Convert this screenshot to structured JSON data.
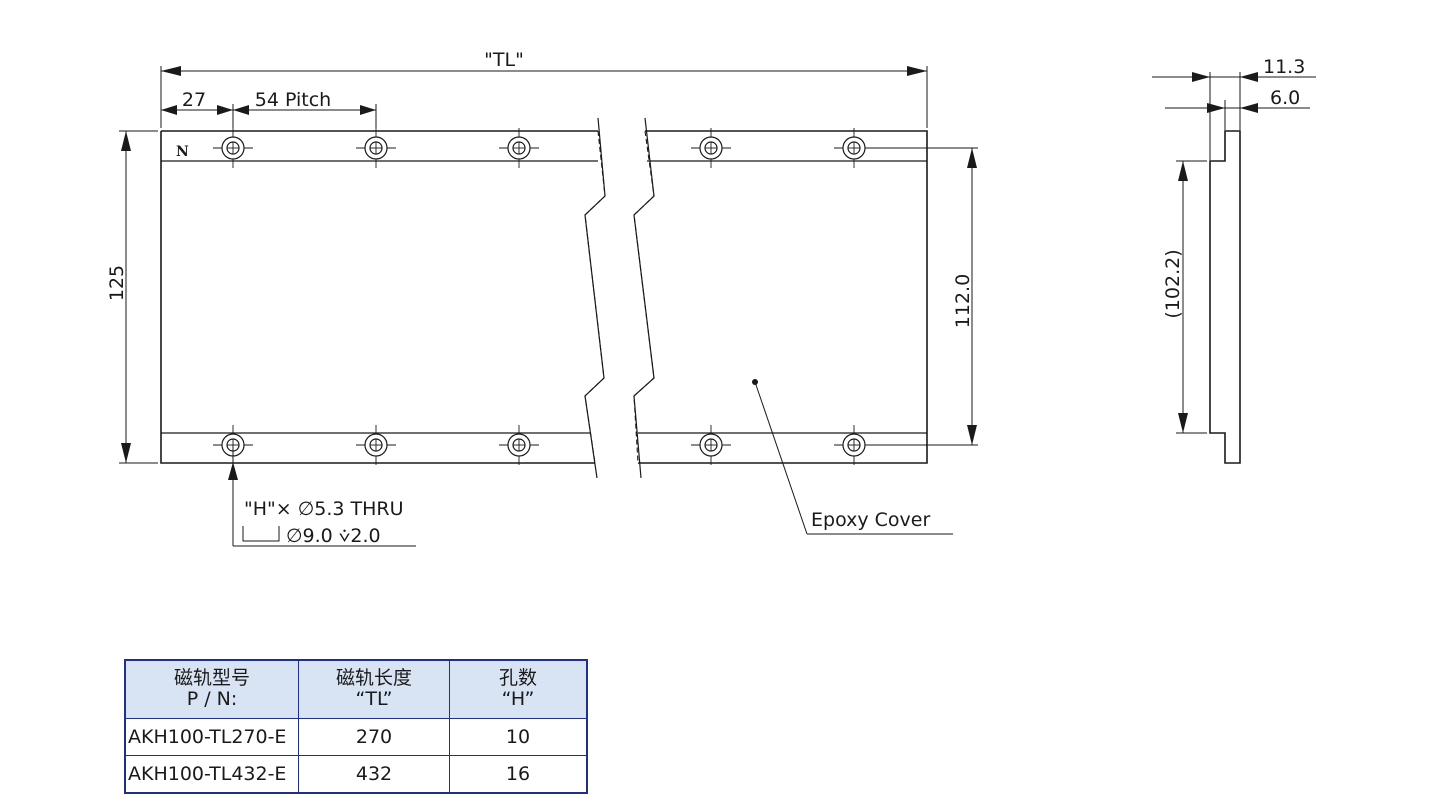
{
  "drawing": {
    "dim_tl": "\"TL\"",
    "dim_27": "27",
    "dim_pitch": "54 Pitch",
    "dim_125": "125",
    "dim_112": "112.0",
    "dim_113": "11.3",
    "dim_60": "6.0",
    "dim_1022": "(102.2)",
    "pole_mark": "N",
    "hole_note_line1": "\"H\"× ∅5.3 THRU",
    "hole_note_line2": "∅9.0 ⩒2.0",
    "epoxy_label": "Epoxy Cover"
  },
  "table": {
    "headers": [
      {
        "line1": "磁轨型号",
        "line2": "P / N:"
      },
      {
        "line1": "磁轨长度",
        "line2": "“TL”"
      },
      {
        "line1": "孔数",
        "line2": "“H”"
      }
    ],
    "rows": [
      {
        "pn": "AKH100-TL270-E",
        "tl": "270",
        "h": "10"
      },
      {
        "pn": "AKH100-TL432-E",
        "tl": "432",
        "h": "16"
      }
    ]
  }
}
